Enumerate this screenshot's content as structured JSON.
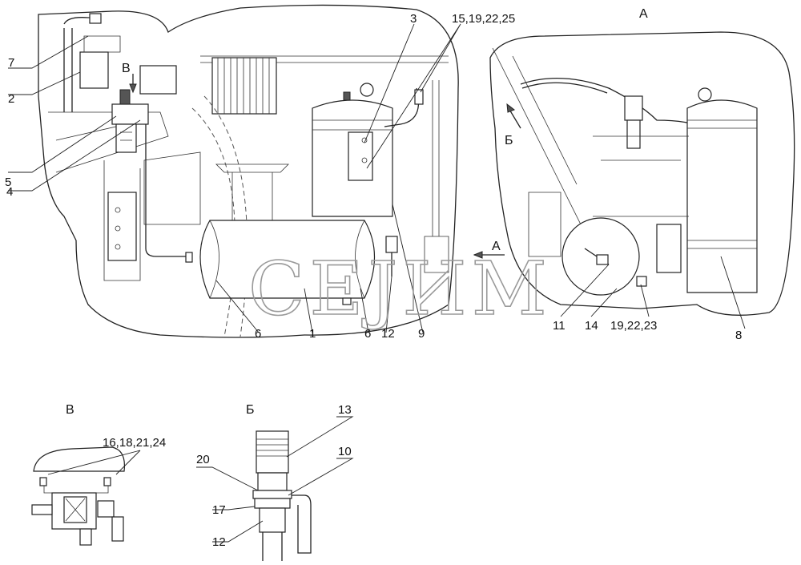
{
  "watermark": "СЕЈИМ",
  "views": {
    "a": "А",
    "b": "Б",
    "v": "В",
    "b_arrow": "Б",
    "v_arrow": "В",
    "a_arrow": "А",
    "detail_v": "В",
    "detail_b": "Б"
  },
  "callouts": {
    "c7": "7",
    "c2": "2",
    "c5": "5",
    "c4": "4",
    "c3": "3",
    "c15_19_22_25": "15,19,22,25",
    "c6a": "6",
    "c1": "1",
    "c6b": "6",
    "c12": "12",
    "c9": "9",
    "c11": "11",
    "c14": "14",
    "c19_22_23": "19,22,23",
    "c8": "8",
    "c16_18_21_24": "16,18,21,24",
    "c13": "13",
    "c20": "20",
    "c10": "10",
    "c17": "17",
    "c12b": "12"
  }
}
